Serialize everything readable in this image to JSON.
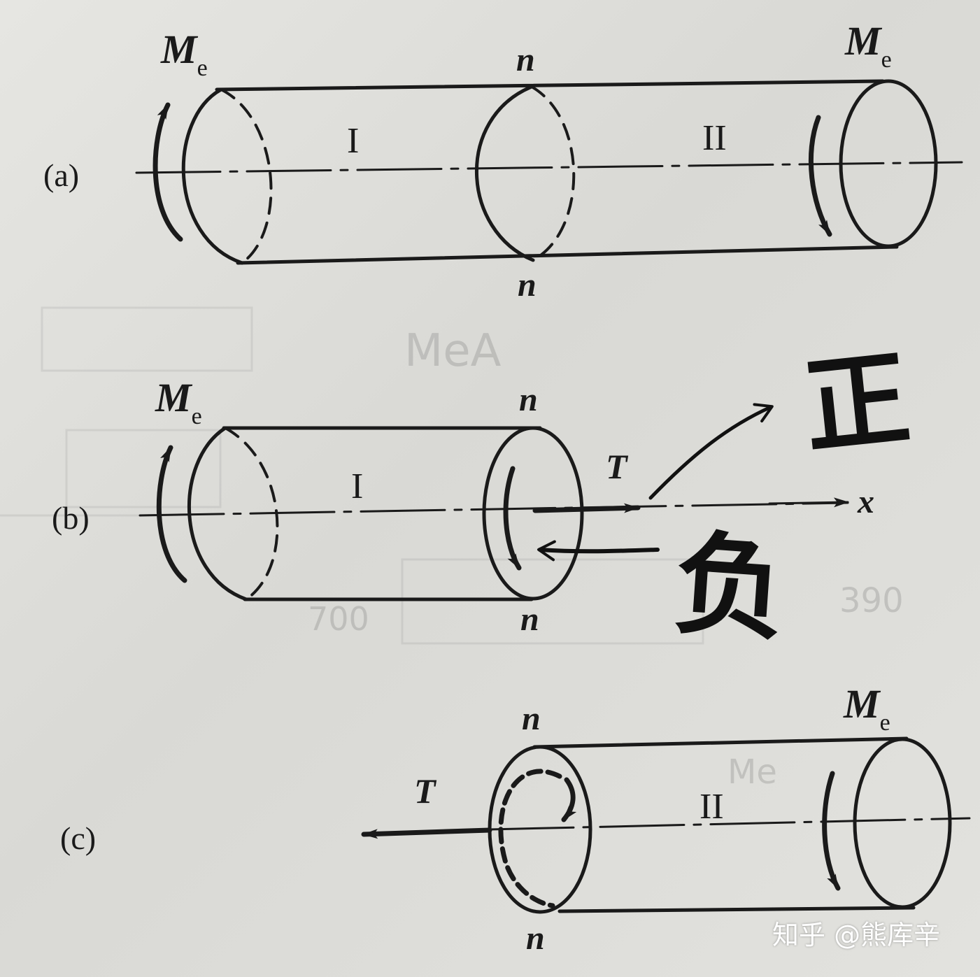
{
  "colors": {
    "paper": "#dcdcd8",
    "ink": "#1a1a1a"
  },
  "figures": {
    "a": {
      "tag": "(a)",
      "moment_left": "M",
      "moment_left_sub": "e",
      "moment_right": "M",
      "moment_right_sub": "e",
      "section_top": "n",
      "section_bottom": "n",
      "segment_1": "I",
      "segment_2": "II"
    },
    "b": {
      "tag": "(b)",
      "moment": "M",
      "moment_sub": "e",
      "section_top": "n",
      "section_bottom": "n",
      "segment": "I",
      "torque": "T",
      "axis": "x"
    },
    "c": {
      "tag": "(c)",
      "moment": "M",
      "moment_sub": "e",
      "section_top": "n",
      "section_bottom": "n",
      "segment": "II",
      "torque": "T"
    }
  },
  "handwriting": {
    "positive": "正",
    "negative": "负"
  },
  "background_text": {
    "ghost_1": "MeA",
    "ghost_2": "390",
    "ghost_3": "700",
    "ghost_4": "Me"
  },
  "watermark": "知乎 @熊库辛"
}
